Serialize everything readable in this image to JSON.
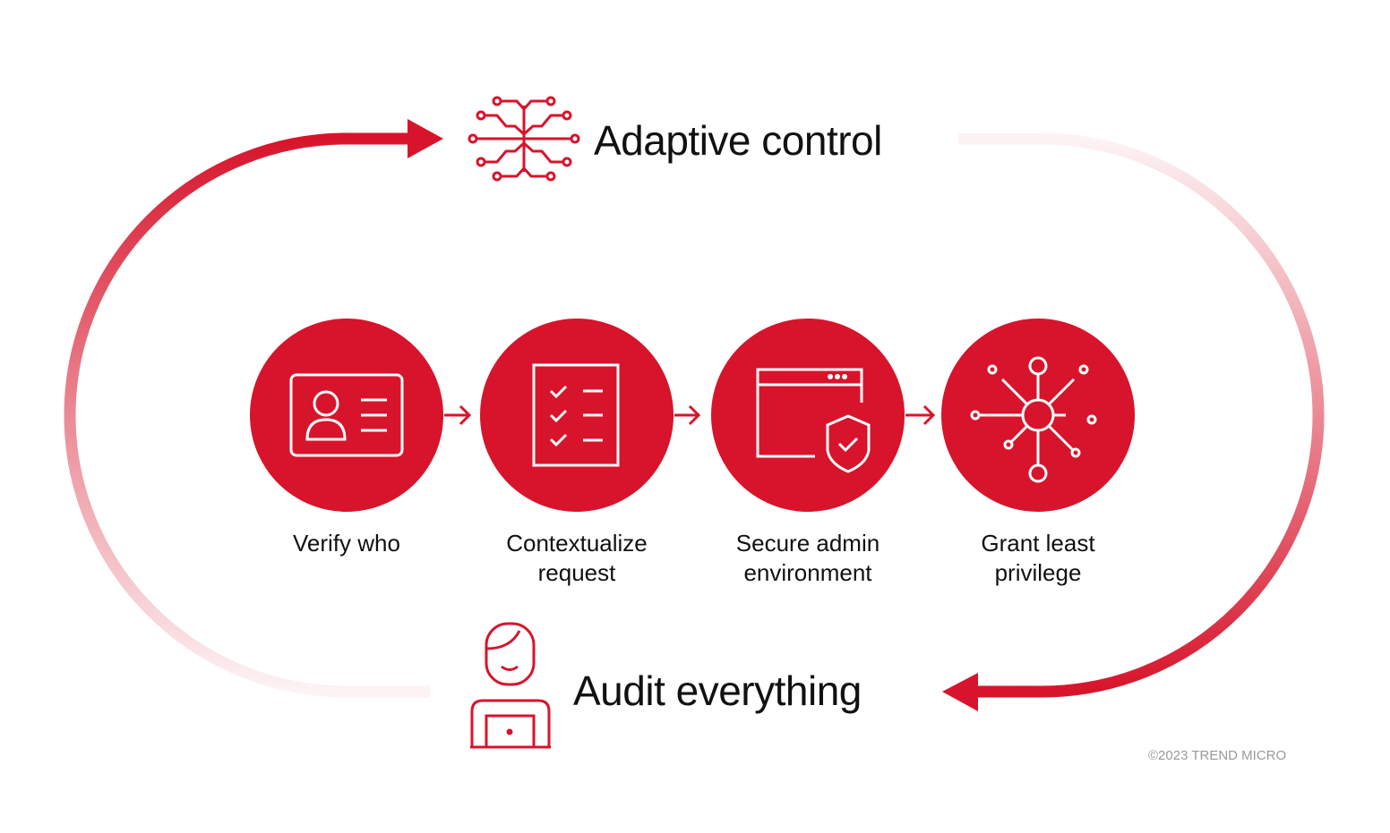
{
  "top_title": "Adaptive control",
  "bottom_title": "Audit everything",
  "steps": [
    {
      "line1": "Verify who",
      "line2": "",
      "icon": "id-card-icon"
    },
    {
      "line1": "Contextualize",
      "line2": "request",
      "icon": "checklist-icon"
    },
    {
      "line1": "Secure admin",
      "line2": "environment",
      "icon": "browser-shield-icon"
    },
    {
      "line1": "Grant least",
      "line2": "privilege",
      "icon": "network-hub-icon"
    }
  ],
  "copyright": "©2023 TREND MICRO",
  "colors": {
    "accent": "#D7142B",
    "text": "#111111"
  }
}
